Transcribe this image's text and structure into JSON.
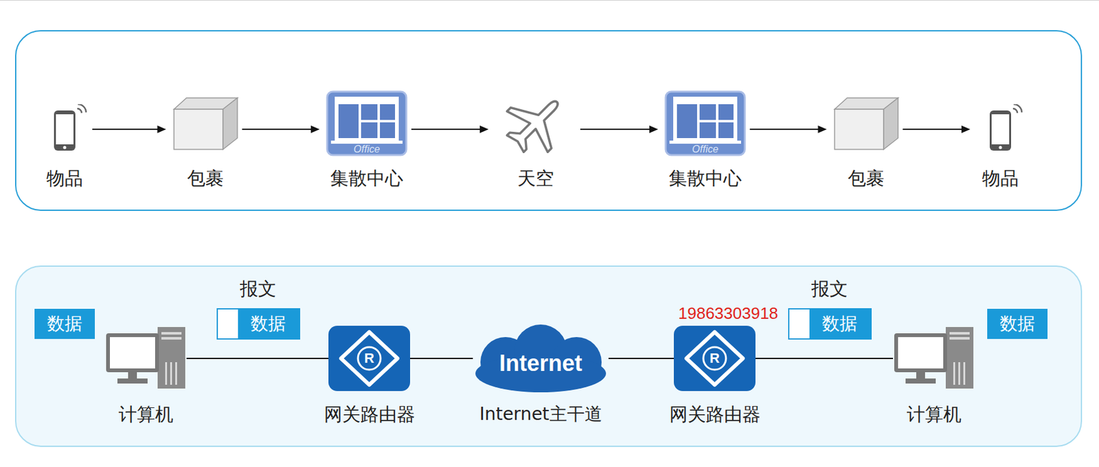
{
  "diagram": {
    "nodes": [
      {
        "text": [
          "物品"
        ]
      },
      {
        "text": [
          "包裹"
        ]
      },
      {
        "text": [
          "Office",
          "集散中心"
        ]
      },
      {
        "text": [
          "天空"
        ]
      },
      {
        "text": [
          "Office",
          "集散中心"
        ]
      },
      {
        "text": [
          "包裹"
        ]
      },
      {
        "text": [
          "物品"
        ]
      },
      {
        "text": [
          "数据"
        ]
      },
      {
        "text": [
          "计算机"
        ]
      },
      {
        "text": [
          "报文",
          "数据"
        ]
      },
      {
        "text": [
          "R",
          "网关路由器"
        ]
      },
      {
        "text": [
          "Internet",
          "Internet主干道"
        ]
      },
      {
        "text": [
          "R",
          "网关路由器"
        ]
      },
      {
        "text": [
          "报文",
          "数据"
        ]
      },
      {
        "text": [
          "计算机"
        ]
      },
      {
        "text": [
          "数据"
        ]
      }
    ],
    "edges": [
      {
        "from": 0,
        "to": 1,
        "arrow": "to"
      },
      {
        "from": 1,
        "to": 2,
        "arrow": "to"
      },
      {
        "from": 2,
        "to": 3,
        "arrow": "to"
      },
      {
        "from": 3,
        "to": 4,
        "arrow": "to"
      },
      {
        "from": 4,
        "to": 5,
        "arrow": "to"
      },
      {
        "from": 5,
        "to": 6,
        "arrow": "to"
      },
      {
        "from": 8,
        "to": 10,
        "arrow": "none"
      },
      {
        "from": 10,
        "to": 11,
        "arrow": "none"
      },
      {
        "from": 11,
        "to": 12,
        "arrow": "none"
      },
      {
        "from": 12,
        "to": 14,
        "arrow": "none"
      }
    ],
    "labels": [
      "19863303918"
    ]
  }
}
